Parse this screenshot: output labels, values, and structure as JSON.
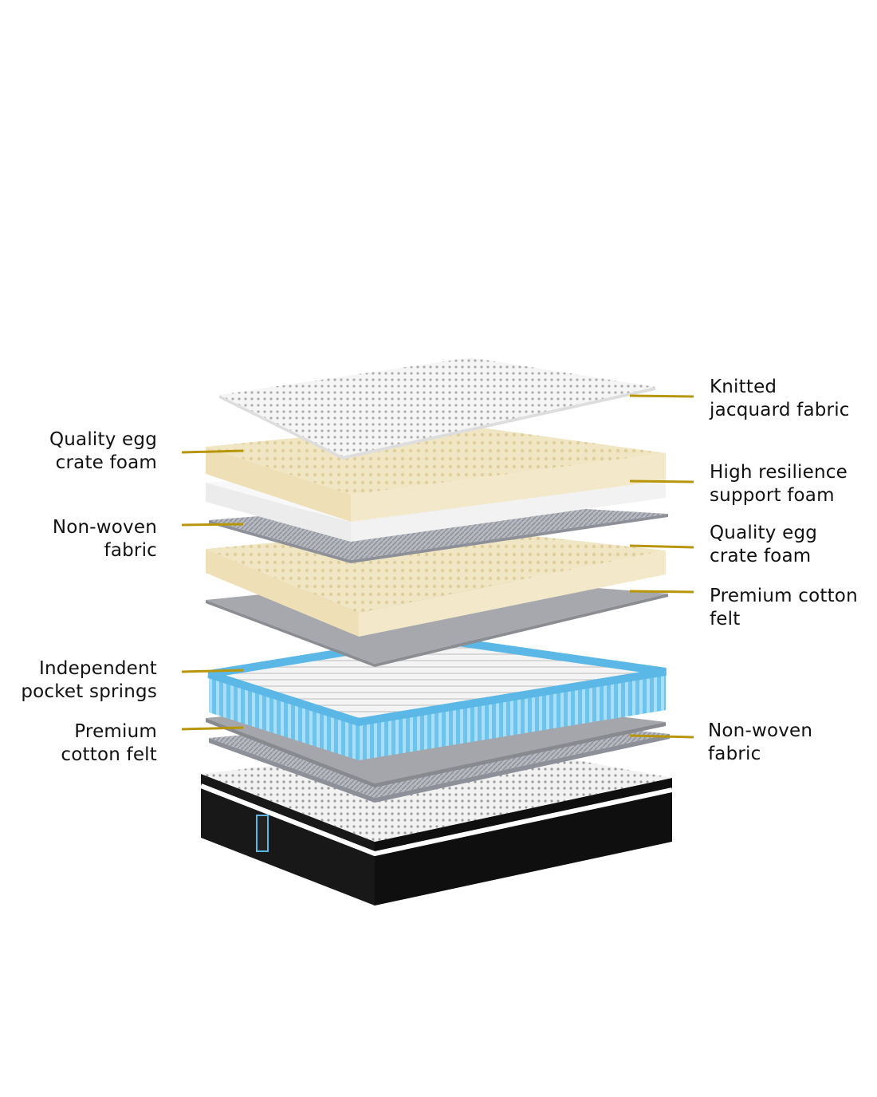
{
  "colors": {
    "leader": "#b8960c",
    "egg_foam": "#efe3bd",
    "spring_blue": "#5bb8e6",
    "felt": "#9c9ea3",
    "base": "#141414"
  },
  "labels": {
    "left": [
      {
        "line1": "Quality egg",
        "line2": "crate foam"
      },
      {
        "line1": "Non-woven",
        "line2": "fabric"
      },
      {
        "line1": "Independent",
        "line2": "pocket springs"
      },
      {
        "line1": "Premium",
        "line2": "cotton felt"
      }
    ],
    "right": [
      {
        "line1": "Knitted",
        "line2": "jacquard fabric"
      },
      {
        "line1": "High resilience",
        "line2": "support foam"
      },
      {
        "line1": "Quality egg",
        "line2": "crate foam"
      },
      {
        "line1": "Premium cotton",
        "line2": "felt"
      },
      {
        "line1": "Non-woven",
        "line2": "fabric"
      }
    ]
  }
}
